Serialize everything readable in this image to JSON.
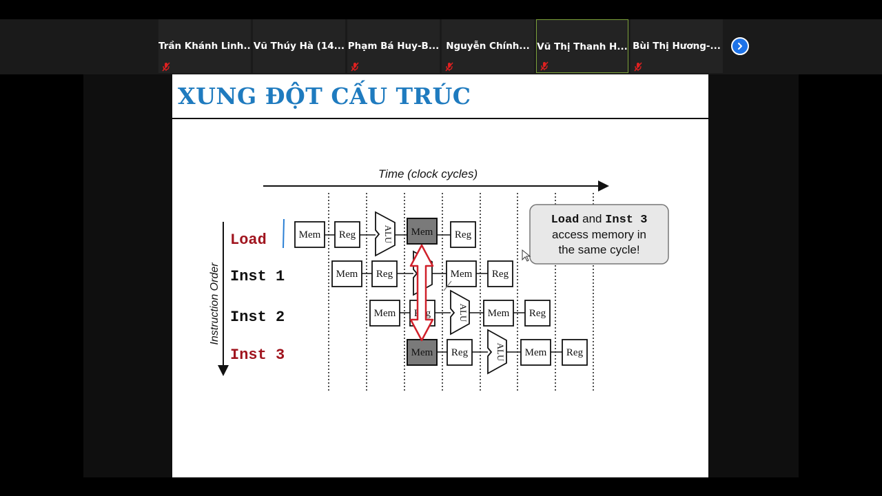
{
  "participants": [
    {
      "name": "Trần Khánh Linh...",
      "muted": true,
      "active": false
    },
    {
      "name": "Vũ Thúy Hà (14...",
      "muted": false,
      "active": false
    },
    {
      "name": "Phạm Bá Huy-B...",
      "muted": true,
      "active": false
    },
    {
      "name": "Nguyễn Chính...",
      "muted": true,
      "active": false
    },
    {
      "name": "Vũ Thị Thanh H...",
      "muted": true,
      "active": true
    },
    {
      "name": "Bùi Thị Hương-...",
      "muted": true,
      "active": false
    }
  ],
  "slide": {
    "title": "XUNG ĐỘT CẤU TRÚC",
    "time_label": "Time (clock cycles)",
    "axis_label": "Instruction Order",
    "instructions": [
      {
        "label": "Load",
        "highlight": true
      },
      {
        "label": "Inst 1",
        "highlight": false
      },
      {
        "label": "Inst 2",
        "highlight": false
      },
      {
        "label": "Inst 3",
        "highlight": true
      }
    ],
    "stage_labels": {
      "mem": "Mem",
      "reg": "Reg",
      "alu": "ALU"
    },
    "callout": {
      "line1_code1": "Load",
      "line1_mid": " and ",
      "line1_code2": "Inst 3",
      "line2": "access memory in",
      "line3": "the same cycle!"
    }
  },
  "colors": {
    "title_blue": "#1f7bbf",
    "highlight_red": "#a0141e",
    "arrow_red": "#d0202a",
    "conflict_fill": "#7a7a7a",
    "active_tile_border": "#7da33a",
    "next_button": "#1e73e8",
    "mic_muted": "#e02020"
  },
  "icons": {
    "mic": "mic-muted-icon",
    "next": "chevron-right-icon"
  }
}
